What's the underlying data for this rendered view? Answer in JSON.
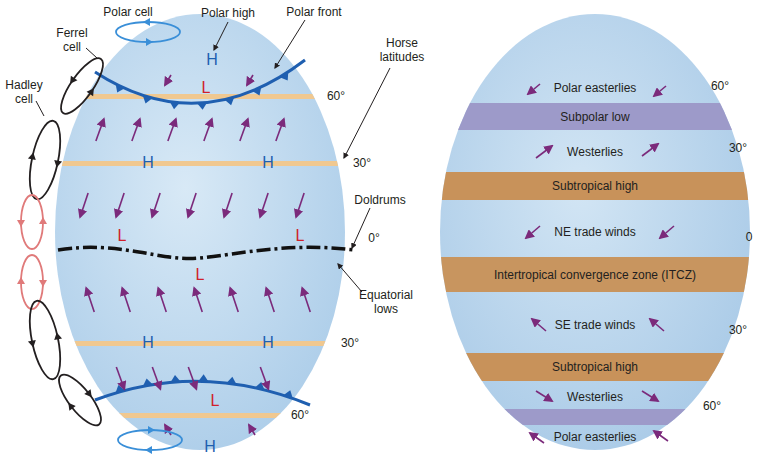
{
  "diagram": {
    "nodes": [
      {
        "text": [
          "Subpolar low"
        ]
      },
      {
        "text": [
          "Subtropical high"
        ]
      },
      {
        "text": [
          "Intertropical convergence zone (ITCZ)"
        ]
      },
      {
        "text": [
          "Subtropical high"
        ]
      }
    ],
    "labels": [
      "Polar cell",
      "Polar high",
      "Polar front",
      "Ferrel cell",
      "Hadley cell",
      "Horse latitudes",
      "H",
      "60°",
      "L",
      "30°",
      "H",
      "H",
      "Doldrums",
      "L",
      "L",
      "L",
      "0°",
      "Equatorial lows",
      "H",
      "H",
      "30°",
      "L",
      "60°",
      "H",
      "Polar easterlies",
      "60°",
      "Westerlies",
      "30°",
      "NE trade winds",
      "0",
      "SE trade winds",
      "30°",
      "Westerlies",
      "60°",
      "Polar easterlies"
    ]
  }
}
